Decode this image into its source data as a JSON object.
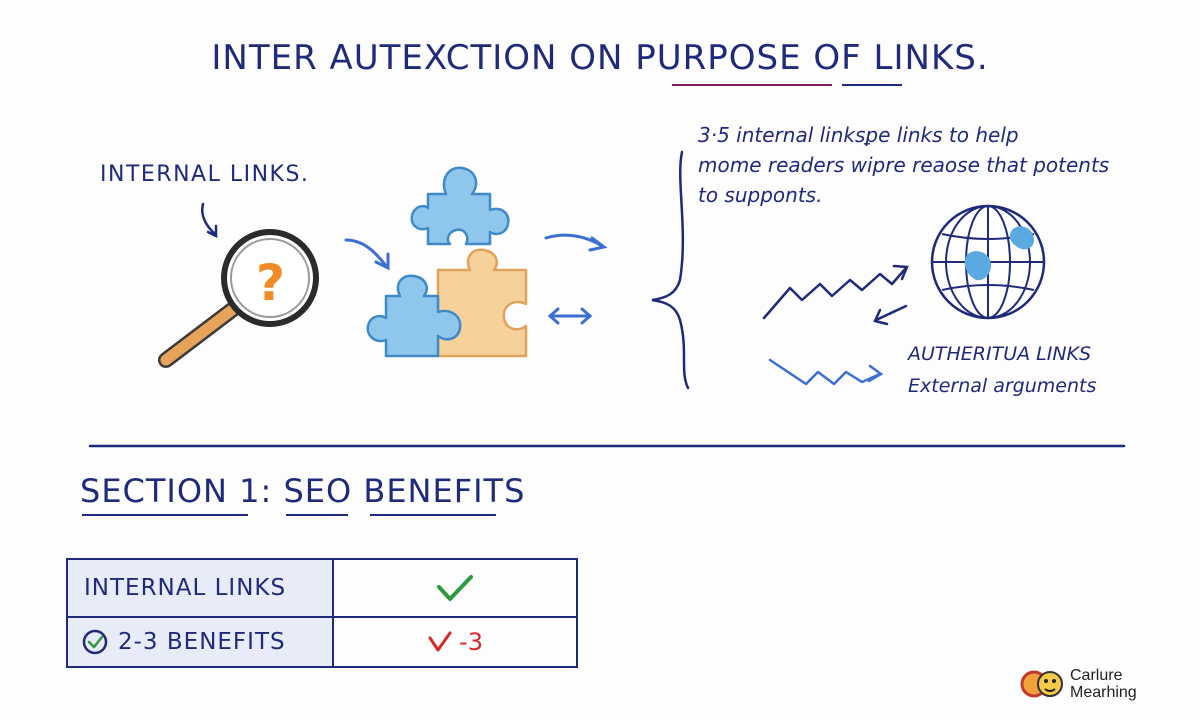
{
  "title": "INTER AUTEXCTION ON PURPOSE OF LINKS.",
  "left_label": "INTERNAL LINKS.",
  "description": [
    "3·5 internal linksꝑe links to help",
    "mome readers wipre reaose that potents",
    "to supponts."
  ],
  "right_labels": {
    "authority": "AUTHERITUA LINKS",
    "external": "External arguments"
  },
  "section_title": "SECTION 1: SEO BENEFITS",
  "table": {
    "rows": [
      {
        "label": "INTERNAL LINKS",
        "value_icon": "green-check-icon",
        "value_text": ""
      },
      {
        "label": "2-3 BENEFITS",
        "label_icon": "check-circle-icon",
        "value_icon": "red-check-icon",
        "value_text": "-3"
      }
    ]
  },
  "brand": {
    "line1": "Carlure",
    "line2": "Mearhing"
  },
  "icons": {
    "magnifier": "magnifying-glass-icon",
    "question": "question-mark-icon",
    "puzzle": "puzzle-piece-icon",
    "globe": "globe-icon",
    "arrows": "arrow-icon",
    "brace": "curly-brace-icon"
  },
  "colors": {
    "ink": "#1f2a7a",
    "puzzle_blue": "#8fc6ec",
    "puzzle_orange": "#f7d19a",
    "question_orange": "#f08a24",
    "handle_orange": "#e8a35a",
    "check_green": "#2e9a3c",
    "check_red": "#d62a2a",
    "globe_blue": "#5aa9e0",
    "table_fill": "#e8ebf8"
  }
}
